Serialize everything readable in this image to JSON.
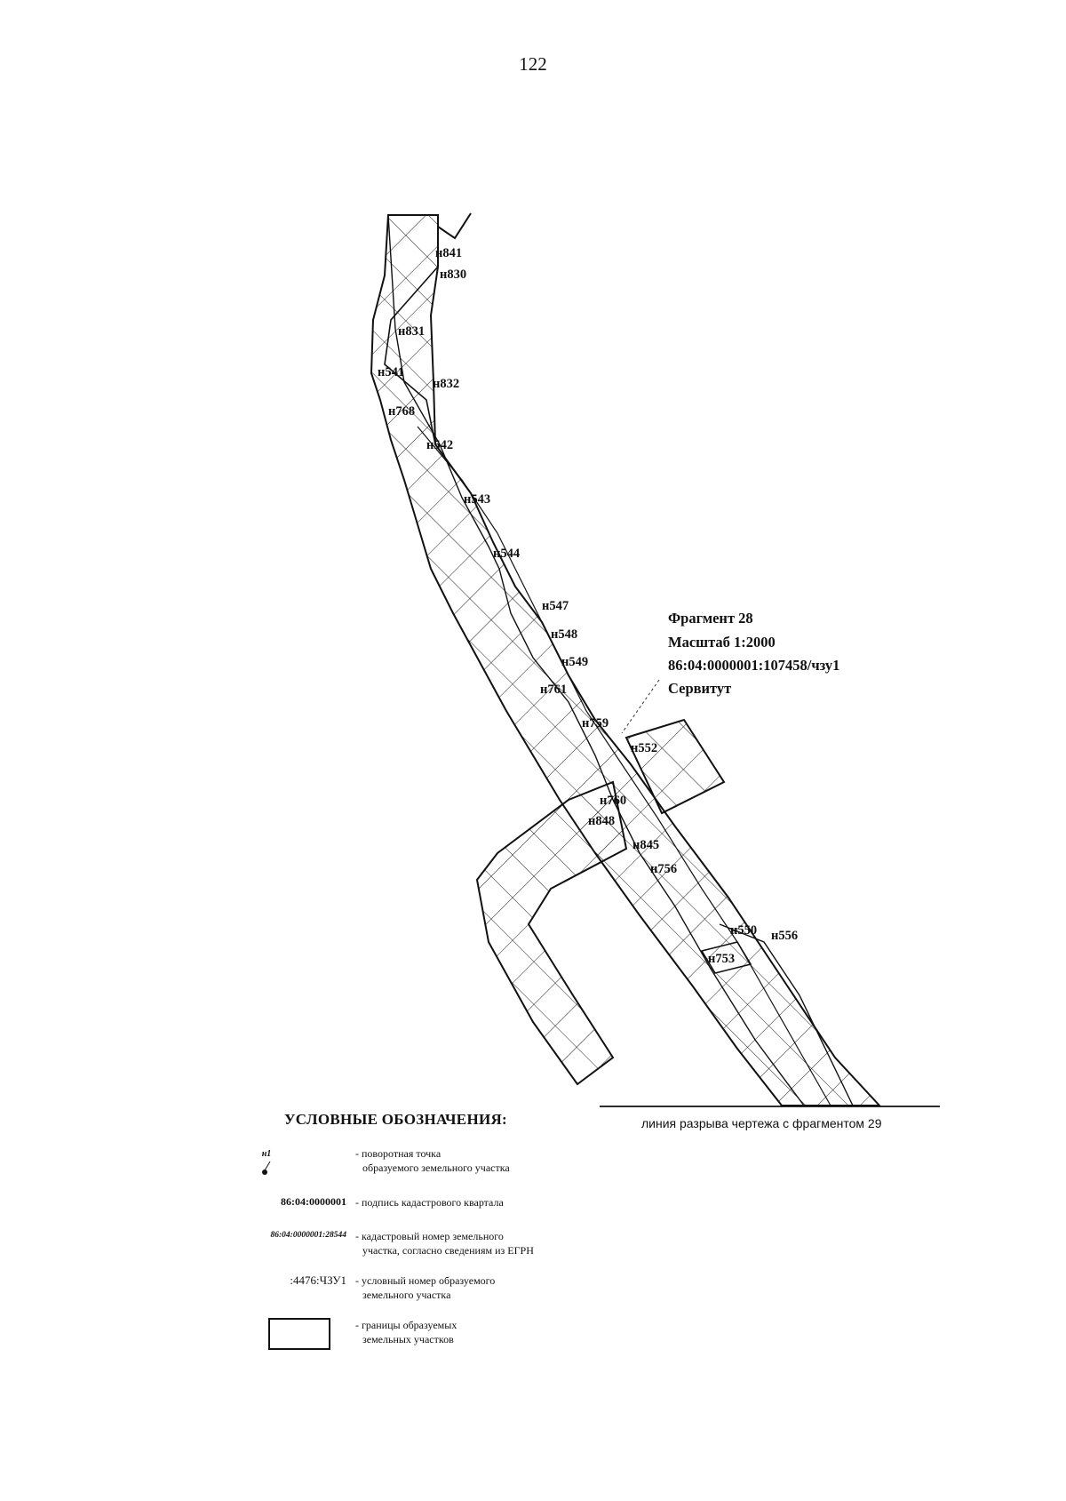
{
  "page_number": "122",
  "fragment": {
    "title": "Фрагмент 28",
    "scale": "Масштаб 1:2000",
    "parcel": "86:04:0000001:107458/чзу1",
    "type": "Сервитут"
  },
  "break_line_label": "линия разрыва чертежа с фрагментом 29",
  "points": [
    {
      "label": "н841"
    },
    {
      "label": "н830"
    },
    {
      "label": "н831"
    },
    {
      "label": "н541"
    },
    {
      "label": "н832"
    },
    {
      "label": "н768"
    },
    {
      "label": "н542"
    },
    {
      "label": "н543"
    },
    {
      "label": "н544"
    },
    {
      "label": "н547"
    },
    {
      "label": "н548"
    },
    {
      "label": "н549"
    },
    {
      "label": "н761"
    },
    {
      "label": "н759"
    },
    {
      "label": "н552"
    },
    {
      "label": "н760"
    },
    {
      "label": "н848"
    },
    {
      "label": "н845"
    },
    {
      "label": "н756"
    },
    {
      "label": "н550"
    },
    {
      "label": "н556"
    },
    {
      "label": "н753"
    }
  ],
  "legend": {
    "title": "УСЛОВНЫЕ ОБОЗНАЧЕНИЯ:",
    "items": [
      {
        "symbol": "н1",
        "line1": "- поворотная точка",
        "line2": "образуемого земельного участка"
      },
      {
        "symbol": "86:04:0000001",
        "line1": "- подпись кадастрового квартала",
        "line2": ""
      },
      {
        "symbol": "86:04:0000001:28544",
        "line1": "- кадастровый номер земельного",
        "line2": "участка, согласно сведениям из ЕГРН"
      },
      {
        "symbol": ":4476:ЧЗУ1",
        "line1": "- условный номер образуемого",
        "line2": "земельного участка"
      },
      {
        "symbol": "",
        "line1": "- границы образуемых",
        "line2": "земельных участков"
      }
    ]
  }
}
